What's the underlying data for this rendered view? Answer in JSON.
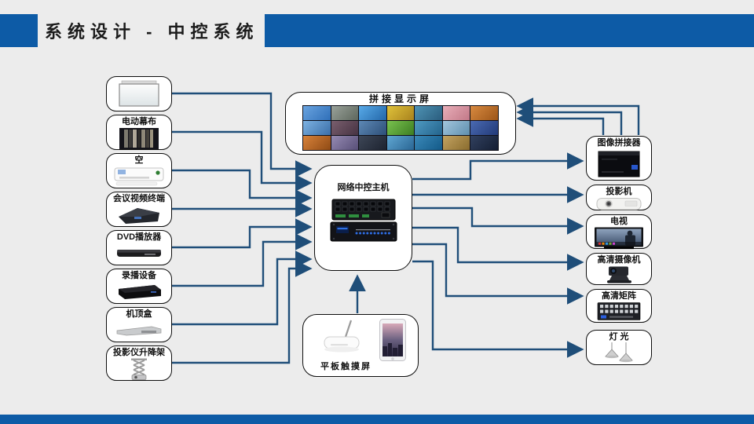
{
  "header": {
    "title": "系统设计 - 中控系统"
  },
  "colors": {
    "bar_blue": "#0d5ba6",
    "wire_blue": "#1f4e79",
    "background": "#ececec",
    "node_border": "#0d0d0d"
  },
  "left_devices": [
    {
      "name": "projection-screen",
      "label": ""
    },
    {
      "name": "electric-curtain",
      "label": "电动幕布"
    },
    {
      "name": "air-conditioner",
      "label": "空"
    },
    {
      "name": "conference-video-terminal",
      "label": "会议视频终端"
    },
    {
      "name": "dvd-player",
      "label": "DVD播放器"
    },
    {
      "name": "recording-device",
      "label": "录播设备"
    },
    {
      "name": "set-top-box",
      "label": "机顶盒"
    },
    {
      "name": "projector-lift",
      "label": "投影仪升降架"
    }
  ],
  "center": {
    "video_wall": {
      "label": "拼接显示屏",
      "tiles": [
        [
          "#6aa4e0",
          "#2f6fb8"
        ],
        [
          "#9aa29a",
          "#5d665c"
        ],
        [
          "#58aae8",
          "#2366a8"
        ],
        [
          "#e0c23a",
          "#a8821e"
        ],
        [
          "#4f93b5",
          "#2a5d7d"
        ],
        [
          "#e8aeb8",
          "#c27888"
        ],
        [
          "#d88a40",
          "#9c5518"
        ],
        [
          "#7db2e2",
          "#3a6ea8"
        ],
        [
          "#7a5f6e",
          "#463242"
        ],
        [
          "#5d88b5",
          "#2d4f78"
        ],
        [
          "#79c24f",
          "#3d7d22"
        ],
        [
          "#4f9ac2",
          "#23638c"
        ],
        [
          "#a2c6dd",
          "#5f8fae"
        ],
        [
          "#4a6ab2",
          "#223a78"
        ],
        [
          "#d8823a",
          "#8f4a14"
        ],
        [
          "#958ab2",
          "#584f78"
        ],
        [
          "#3d4656",
          "#1d2330"
        ],
        [
          "#5fa6d2",
          "#2a6694"
        ],
        [
          "#3a88b8",
          "#135a88"
        ],
        [
          "#c2a260",
          "#8a6c2e"
        ],
        [
          "#31405e",
          "#141e33"
        ]
      ]
    },
    "control_host": {
      "label": "网络中控主机"
    },
    "touch_panel": {
      "label": "平板触摸屏"
    }
  },
  "right_devices": [
    {
      "name": "image-splicer",
      "label": "图像拼接器"
    },
    {
      "name": "projector",
      "label": "投影机"
    },
    {
      "name": "tv",
      "label": "电视"
    },
    {
      "name": "hd-camera",
      "label": "高清摄像机"
    },
    {
      "name": "hd-matrix",
      "label": "高清矩阵"
    },
    {
      "name": "lighting",
      "label": "灯 光"
    }
  ]
}
